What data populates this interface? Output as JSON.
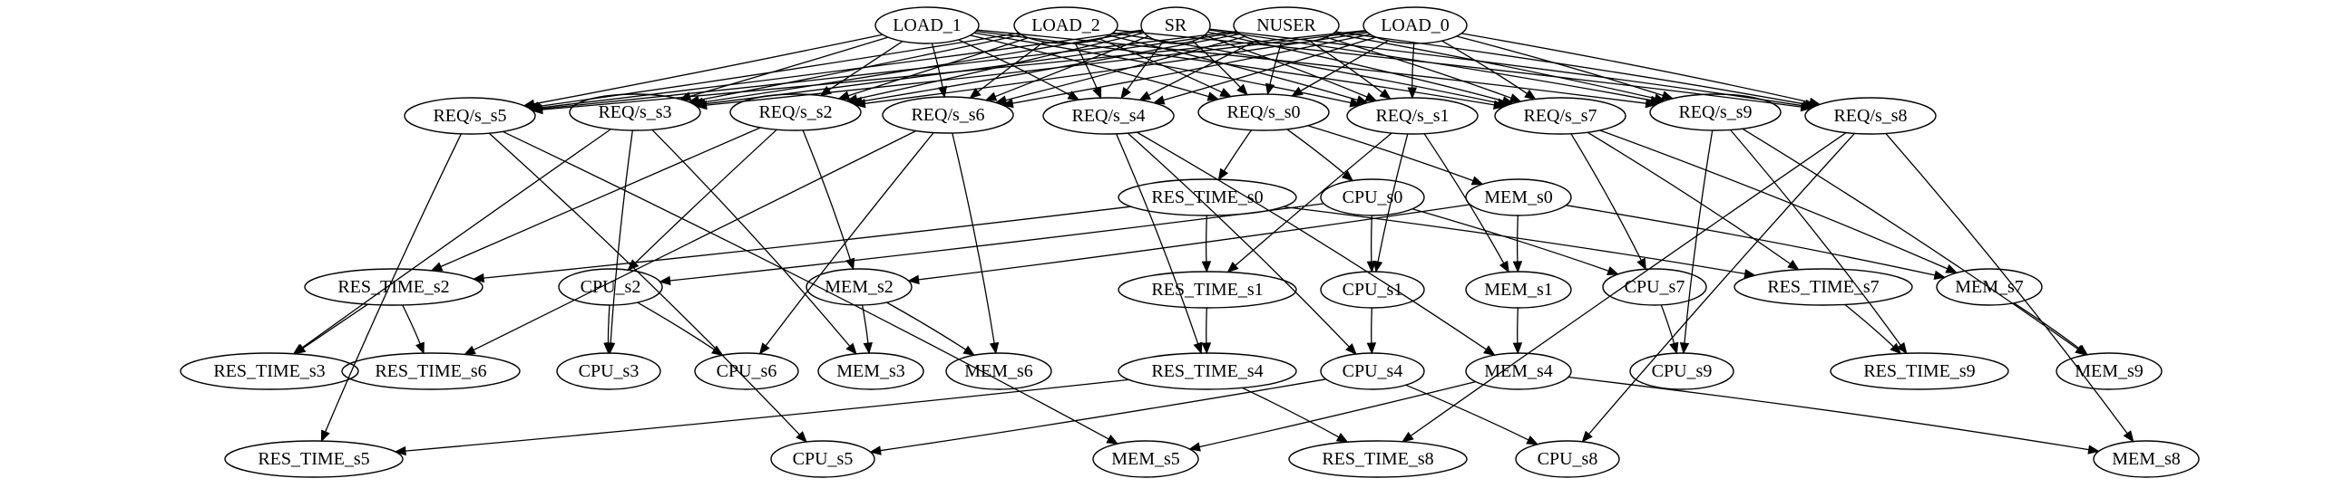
{
  "colors": {
    "root_stroke": "#ff0000",
    "node_stroke": "#000000",
    "edge": "#000000",
    "background": "#ffffff"
  },
  "nodes": [
    {
      "id": "LOAD_1",
      "label": "LOAD_1",
      "root": true
    },
    {
      "id": "LOAD_2",
      "label": "LOAD_2",
      "root": true
    },
    {
      "id": "SR",
      "label": "SR",
      "root": true
    },
    {
      "id": "NUSER",
      "label": "NUSER",
      "root": true
    },
    {
      "id": "LOAD_0",
      "label": "LOAD_0",
      "root": true
    },
    {
      "id": "REQ_s5",
      "label": "REQ/s_s5"
    },
    {
      "id": "REQ_s3",
      "label": "REQ/s_s3"
    },
    {
      "id": "REQ_s2",
      "label": "REQ/s_s2"
    },
    {
      "id": "REQ_s6",
      "label": "REQ/s_s6"
    },
    {
      "id": "REQ_s4",
      "label": "REQ/s_s4"
    },
    {
      "id": "REQ_s0",
      "label": "REQ/s_s0"
    },
    {
      "id": "REQ_s1",
      "label": "REQ/s_s1"
    },
    {
      "id": "REQ_s7",
      "label": "REQ/s_s7"
    },
    {
      "id": "REQ_s9",
      "label": "REQ/s_s9"
    },
    {
      "id": "REQ_s8",
      "label": "REQ/s_s8"
    },
    {
      "id": "RES_TIME_s0",
      "label": "RES_TIME_s0"
    },
    {
      "id": "CPU_s0",
      "label": "CPU_s0"
    },
    {
      "id": "MEM_s0",
      "label": "MEM_s0"
    },
    {
      "id": "RES_TIME_s2",
      "label": "RES_TIME_s2"
    },
    {
      "id": "CPU_s2",
      "label": "CPU_s2"
    },
    {
      "id": "MEM_s2",
      "label": "MEM_s2"
    },
    {
      "id": "RES_TIME_s1",
      "label": "RES_TIME_s1"
    },
    {
      "id": "CPU_s1",
      "label": "CPU_s1"
    },
    {
      "id": "MEM_s1",
      "label": "MEM_s1"
    },
    {
      "id": "CPU_s7",
      "label": "CPU_s7"
    },
    {
      "id": "RES_TIME_s7",
      "label": "RES_TIME_s7"
    },
    {
      "id": "MEM_s7",
      "label": "MEM_s7"
    },
    {
      "id": "RES_TIME_s3",
      "label": "RES_TIME_s3"
    },
    {
      "id": "RES_TIME_s6",
      "label": "RES_TIME_s6"
    },
    {
      "id": "CPU_s3",
      "label": "CPU_s3"
    },
    {
      "id": "CPU_s6",
      "label": "CPU_s6"
    },
    {
      "id": "MEM_s3",
      "label": "MEM_s3"
    },
    {
      "id": "MEM_s6",
      "label": "MEM_s6"
    },
    {
      "id": "RES_TIME_s4",
      "label": "RES_TIME_s4"
    },
    {
      "id": "CPU_s4",
      "label": "CPU_s4"
    },
    {
      "id": "MEM_s4",
      "label": "MEM_s4"
    },
    {
      "id": "CPU_s9",
      "label": "CPU_s9"
    },
    {
      "id": "RES_TIME_s9",
      "label": "RES_TIME_s9"
    },
    {
      "id": "MEM_s9",
      "label": "MEM_s9"
    },
    {
      "id": "RES_TIME_s5",
      "label": "RES_TIME_s5"
    },
    {
      "id": "CPU_s5",
      "label": "CPU_s5"
    },
    {
      "id": "MEM_s5",
      "label": "MEM_s5"
    },
    {
      "id": "RES_TIME_s8",
      "label": "RES_TIME_s8"
    },
    {
      "id": "CPU_s8",
      "label": "CPU_s8"
    },
    {
      "id": "MEM_s8",
      "label": "MEM_s8"
    }
  ],
  "edges": [
    [
      "LOAD_1",
      "REQ_s5"
    ],
    [
      "LOAD_1",
      "REQ_s3"
    ],
    [
      "LOAD_1",
      "REQ_s2"
    ],
    [
      "LOAD_1",
      "REQ_s6"
    ],
    [
      "LOAD_1",
      "REQ_s4"
    ],
    [
      "LOAD_1",
      "REQ_s0"
    ],
    [
      "LOAD_1",
      "REQ_s1"
    ],
    [
      "LOAD_1",
      "REQ_s7"
    ],
    [
      "LOAD_1",
      "REQ_s9"
    ],
    [
      "LOAD_2",
      "REQ_s5"
    ],
    [
      "LOAD_2",
      "REQ_s3"
    ],
    [
      "LOAD_2",
      "REQ_s2"
    ],
    [
      "LOAD_2",
      "REQ_s6"
    ],
    [
      "LOAD_2",
      "REQ_s4"
    ],
    [
      "LOAD_2",
      "REQ_s0"
    ],
    [
      "LOAD_2",
      "REQ_s1"
    ],
    [
      "LOAD_2",
      "REQ_s7"
    ],
    [
      "LOAD_2",
      "REQ_s8"
    ],
    [
      "SR",
      "REQ_s5"
    ],
    [
      "SR",
      "REQ_s3"
    ],
    [
      "SR",
      "REQ_s2"
    ],
    [
      "SR",
      "REQ_s6"
    ],
    [
      "SR",
      "REQ_s4"
    ],
    [
      "SR",
      "REQ_s0"
    ],
    [
      "SR",
      "REQ_s1"
    ],
    [
      "SR",
      "REQ_s7"
    ],
    [
      "SR",
      "REQ_s9"
    ],
    [
      "SR",
      "REQ_s8"
    ],
    [
      "NUSER",
      "REQ_s5"
    ],
    [
      "NUSER",
      "REQ_s3"
    ],
    [
      "NUSER",
      "REQ_s2"
    ],
    [
      "NUSER",
      "REQ_s6"
    ],
    [
      "NUSER",
      "REQ_s4"
    ],
    [
      "NUSER",
      "REQ_s0"
    ],
    [
      "NUSER",
      "REQ_s1"
    ],
    [
      "NUSER",
      "REQ_s7"
    ],
    [
      "NUSER",
      "REQ_s9"
    ],
    [
      "NUSER",
      "REQ_s8"
    ],
    [
      "LOAD_0",
      "REQ_s5"
    ],
    [
      "LOAD_0",
      "REQ_s3"
    ],
    [
      "LOAD_0",
      "REQ_s2"
    ],
    [
      "LOAD_0",
      "REQ_s6"
    ],
    [
      "LOAD_0",
      "REQ_s4"
    ],
    [
      "LOAD_0",
      "REQ_s0"
    ],
    [
      "LOAD_0",
      "REQ_s1"
    ],
    [
      "LOAD_0",
      "REQ_s7"
    ],
    [
      "LOAD_0",
      "REQ_s9"
    ],
    [
      "LOAD_0",
      "REQ_s8"
    ],
    [
      "REQ_s0",
      "RES_TIME_s0"
    ],
    [
      "REQ_s0",
      "CPU_s0"
    ],
    [
      "REQ_s0",
      "MEM_s0"
    ],
    [
      "REQ_s1",
      "RES_TIME_s1"
    ],
    [
      "REQ_s1",
      "CPU_s1"
    ],
    [
      "REQ_s1",
      "MEM_s1"
    ],
    [
      "REQ_s2",
      "RES_TIME_s2"
    ],
    [
      "REQ_s2",
      "CPU_s2"
    ],
    [
      "REQ_s2",
      "MEM_s2"
    ],
    [
      "REQ_s3",
      "RES_TIME_s3"
    ],
    [
      "REQ_s3",
      "CPU_s3"
    ],
    [
      "REQ_s3",
      "MEM_s3"
    ],
    [
      "REQ_s4",
      "RES_TIME_s4"
    ],
    [
      "REQ_s4",
      "CPU_s4"
    ],
    [
      "REQ_s4",
      "MEM_s4"
    ],
    [
      "REQ_s5",
      "RES_TIME_s5"
    ],
    [
      "REQ_s5",
      "CPU_s5"
    ],
    [
      "REQ_s5",
      "MEM_s5"
    ],
    [
      "REQ_s6",
      "RES_TIME_s6"
    ],
    [
      "REQ_s6",
      "CPU_s6"
    ],
    [
      "REQ_s6",
      "MEM_s6"
    ],
    [
      "REQ_s7",
      "RES_TIME_s7"
    ],
    [
      "REQ_s7",
      "CPU_s7"
    ],
    [
      "REQ_s7",
      "MEM_s7"
    ],
    [
      "REQ_s8",
      "RES_TIME_s8"
    ],
    [
      "REQ_s8",
      "CPU_s8"
    ],
    [
      "REQ_s8",
      "MEM_s8"
    ],
    [
      "REQ_s9",
      "RES_TIME_s9"
    ],
    [
      "REQ_s9",
      "CPU_s9"
    ],
    [
      "REQ_s9",
      "MEM_s9"
    ],
    [
      "RES_TIME_s0",
      "RES_TIME_s1"
    ],
    [
      "RES_TIME_s0",
      "RES_TIME_s2"
    ],
    [
      "RES_TIME_s0",
      "RES_TIME_s7"
    ],
    [
      "CPU_s0",
      "CPU_s1"
    ],
    [
      "CPU_s0",
      "CPU_s2"
    ],
    [
      "CPU_s0",
      "CPU_s7"
    ],
    [
      "MEM_s0",
      "MEM_s1"
    ],
    [
      "MEM_s0",
      "MEM_s2"
    ],
    [
      "MEM_s0",
      "MEM_s7"
    ],
    [
      "RES_TIME_s2",
      "RES_TIME_s3"
    ],
    [
      "RES_TIME_s2",
      "RES_TIME_s6"
    ],
    [
      "CPU_s2",
      "CPU_s3"
    ],
    [
      "CPU_s2",
      "CPU_s6"
    ],
    [
      "MEM_s2",
      "MEM_s3"
    ],
    [
      "MEM_s2",
      "MEM_s6"
    ],
    [
      "RES_TIME_s1",
      "RES_TIME_s4"
    ],
    [
      "CPU_s1",
      "CPU_s4"
    ],
    [
      "MEM_s1",
      "MEM_s4"
    ],
    [
      "RES_TIME_s7",
      "RES_TIME_s9"
    ],
    [
      "CPU_s7",
      "CPU_s9"
    ],
    [
      "MEM_s7",
      "MEM_s9"
    ],
    [
      "RES_TIME_s4",
      "RES_TIME_s5"
    ],
    [
      "RES_TIME_s4",
      "RES_TIME_s8"
    ],
    [
      "CPU_s4",
      "CPU_s5"
    ],
    [
      "CPU_s4",
      "CPU_s8"
    ],
    [
      "MEM_s4",
      "MEM_s5"
    ],
    [
      "MEM_s4",
      "MEM_s8"
    ]
  ]
}
